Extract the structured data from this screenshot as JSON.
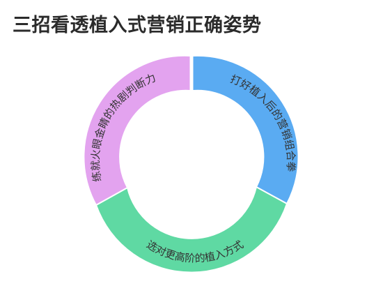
{
  "title": "三招看透植入式营销正确姿势",
  "segments": [
    {
      "label": "打好植入后的营销组合拳",
      "color": "#5aabf2"
    },
    {
      "label": "选对更高阶的植入方式",
      "color": "#5fd9a3"
    },
    {
      "label": "练就火眼金睛的热剧判断力",
      "color": "#e3a3ef"
    }
  ]
}
